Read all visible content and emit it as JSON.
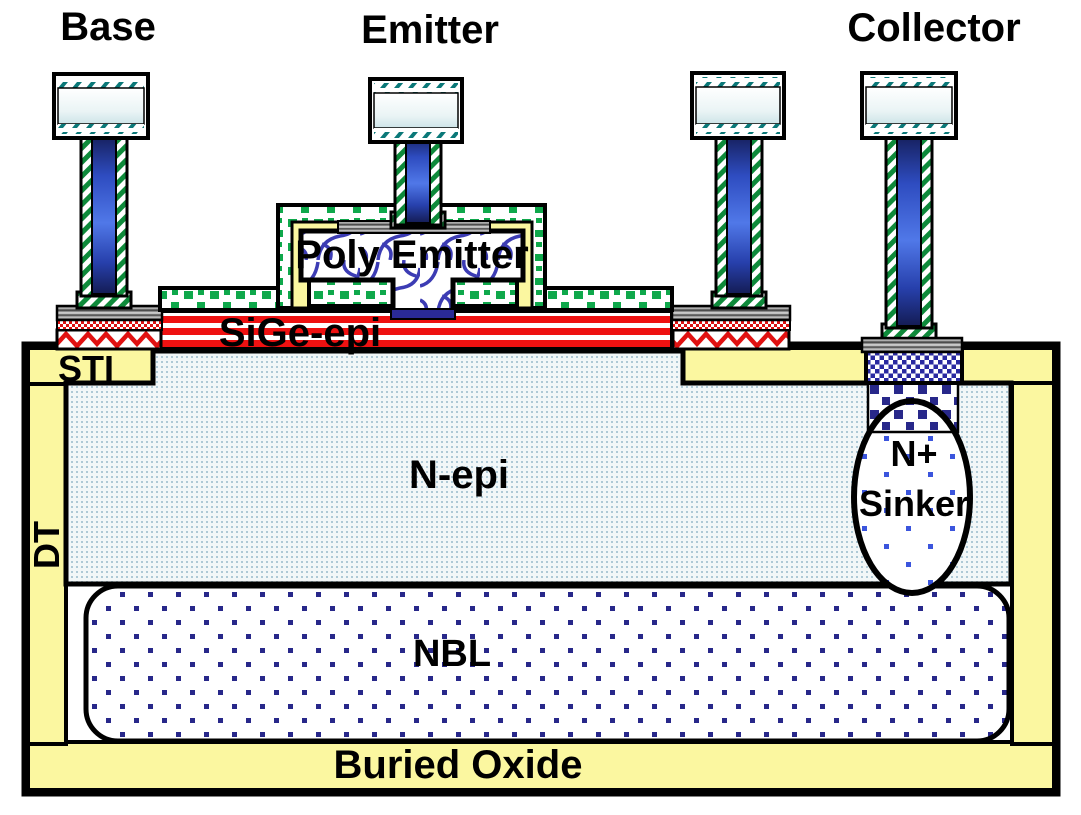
{
  "labels": {
    "base": "Base",
    "emitter": "Emitter",
    "collector": "Collector",
    "poly_emitter": "Poly Emitter",
    "sige_epi": "SiGe-epi",
    "sti": "STI",
    "dt": "DT",
    "n_epi": "N-epi",
    "n_plus": "N+",
    "sinker": "Sinker",
    "nbl": "NBL",
    "buried_oxide": "Buried Oxide"
  },
  "colors": {
    "oxide_yellow": "#fbf7a0",
    "green": "#0fa84b",
    "green_stripe": "#0e8a3a",
    "teal": "#0a7878",
    "red": "#ee1111",
    "navy": "#28288a",
    "via_blue": "#4f78e8",
    "nepi_dot": "#aec9d6",
    "black": "#000000"
  }
}
